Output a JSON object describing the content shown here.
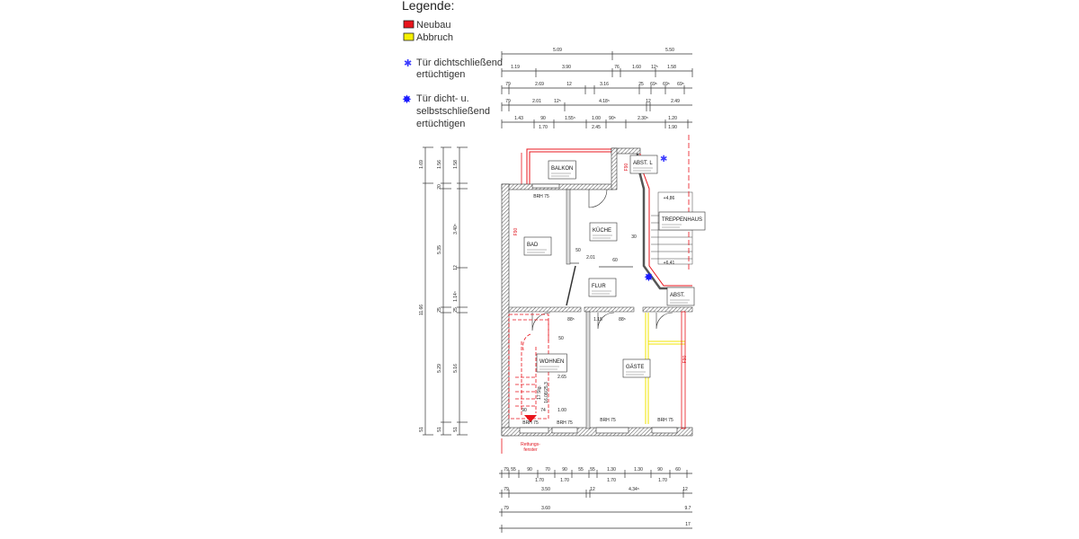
{
  "legend": {
    "title": "Legende:",
    "items": [
      {
        "label": "Neubau",
        "color": "#e8141c"
      },
      {
        "label": "Abbruch",
        "color": "#f5f000"
      }
    ],
    "door_sealed": {
      "line1": "Tür dichtschließend",
      "line2": "ertüchtigen",
      "icon": "small-blue-star-icon",
      "color": "#3b3bff"
    },
    "door_self_closing": {
      "line1": "Tür dicht- u.",
      "line2": "selbstschließend",
      "line3": "ertüchtigen",
      "icon": "large-blue-star-icon",
      "color": "#1a1aff"
    }
  },
  "dimensions": {
    "top": [
      [
        "5.09",
        "5.50"
      ],
      [
        "1.19",
        "3.90",
        "76",
        "1.60",
        "12⁵",
        "1.58"
      ],
      [
        "79",
        "2.69",
        "12",
        "3.16",
        "25",
        "69⁵",
        "69⁵",
        "69⁵"
      ],
      [
        "79",
        "2.01",
        "12⁵",
        "4.18⁵",
        "12",
        "2.49"
      ],
      [
        "1.43",
        "90",
        "1.55⁵",
        "1.00",
        "90⁵",
        "2.30⁵",
        "1.20"
      ],
      [
        "1.70",
        "2.45",
        "1.90"
      ]
    ],
    "bottom": [
      [
        "79",
        "55",
        "90",
        "70",
        "90",
        "55",
        "55",
        "1.30",
        "1.30",
        "90",
        "60"
      ],
      [
        "1.70",
        "1.70",
        "1.70",
        "1.70"
      ],
      [
        "79",
        "3.50",
        "12",
        "4.34⁵",
        "12"
      ],
      [
        "79",
        "3.60",
        "9.7"
      ],
      [
        "17"
      ]
    ],
    "left": [
      [
        "1.69",
        "11.66",
        "51"
      ],
      [
        "1.56",
        "20",
        "5.35",
        "25",
        "5.29",
        "51"
      ],
      [
        "1.58",
        "3.40⁵",
        "12",
        "1.14⁵",
        "25",
        "5.16",
        "51"
      ]
    ]
  },
  "rooms": [
    {
      "name": "BALKON"
    },
    {
      "name": "ABST. L"
    },
    {
      "name": "BAD"
    },
    {
      "name": "KÜCHE"
    },
    {
      "name": "FLUR"
    },
    {
      "name": "WOHNEN"
    },
    {
      "name": "GÄSTE"
    },
    {
      "name": "TREPPENHAUS"
    },
    {
      "name": "ABST."
    }
  ],
  "annotations": {
    "brh": "BRH 75",
    "f90": "F90",
    "level_upper": "+4,86",
    "level_lower": "+6,41",
    "rescue_window_1": "Rettungs-",
    "rescue_window_2": "fenster",
    "stairs_1": "17 Stg.",
    "stairs_2": "16,08/25,3",
    "inner": [
      "50",
      "2.01",
      "60",
      "30",
      "88⁵",
      "1.15",
      "88⁵",
      "50",
      "2.65",
      "90",
      "74",
      "1.00"
    ]
  }
}
